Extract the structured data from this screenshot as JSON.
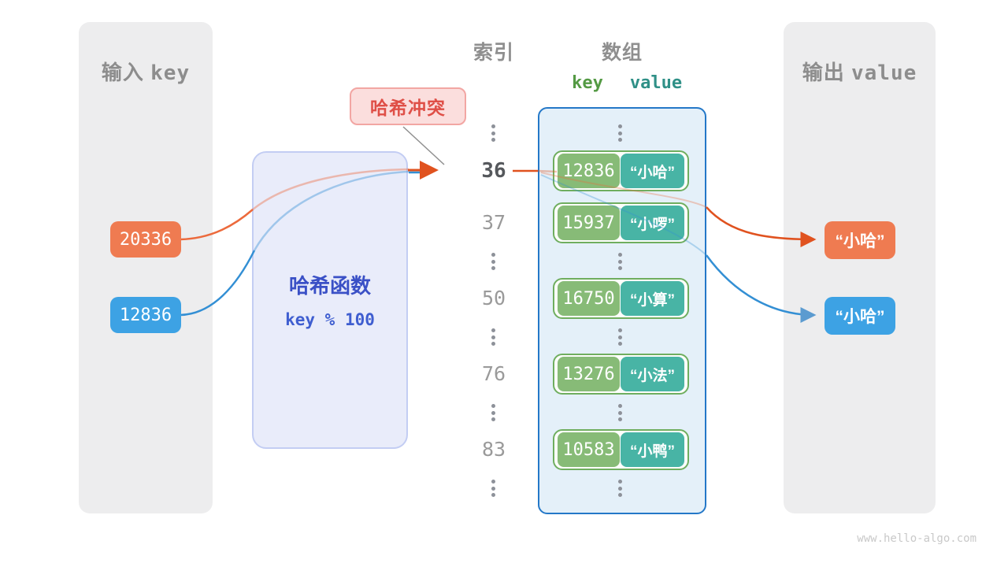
{
  "panels": {
    "input": {
      "title_cjk": "输入",
      "title_latin": "key"
    },
    "output": {
      "title_cjk": "输出",
      "title_latin": "value"
    }
  },
  "hash": {
    "title": "哈希函数",
    "formula": "key % 100"
  },
  "collision_label": "哈希冲突",
  "headers": {
    "index": "索引",
    "array": "数组",
    "key": "key",
    "value": "value"
  },
  "index_column": {
    "values": [
      "36",
      "37",
      "50",
      "76",
      "83"
    ],
    "highlighted": "36"
  },
  "inputs": [
    {
      "value": "20336",
      "color": "#ef7b51"
    },
    {
      "value": "12836",
      "color": "#3da2e4"
    }
  ],
  "outputs": [
    {
      "value": "“小哈”",
      "color": "#ef7b51"
    },
    {
      "value": "“小哈”",
      "color": "#3da2e4"
    }
  ],
  "array": {
    "rows": [
      {
        "key": "12836",
        "value": "“小哈”"
      },
      {
        "key": "15937",
        "value": "“小啰”"
      },
      {
        "key": "16750",
        "value": "“小算”"
      },
      {
        "key": "13276",
        "value": "“小法”"
      },
      {
        "key": "10583",
        "value": "“小鸭”"
      }
    ]
  },
  "watermark": "www.hello-algo.com",
  "colors": {
    "orange": "#ef7b51",
    "orange_line": "#e0521f",
    "blue": "#3da2e4",
    "blue_line": "#338fd4",
    "key_green": "#87bb77",
    "value_teal": "#48b4a5",
    "array_border": "#2478c8",
    "array_fill": "#e4f0f9",
    "hash_fill": "#e9ecfa",
    "hash_text": "#3a50c6",
    "collision_fill": "#fbdedd",
    "collision_text": "#df4f47",
    "panel_gray": "#ededee"
  }
}
